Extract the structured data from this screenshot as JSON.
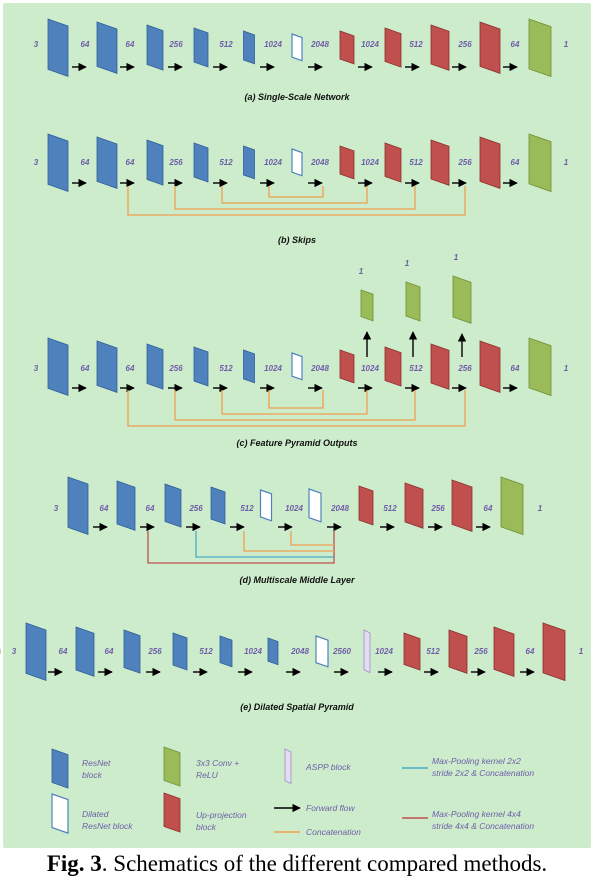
{
  "caption": {
    "label": "Fig. 3",
    "text": ". Schematics of the different compared methods."
  },
  "colors": {
    "resnet": "#4f81bd",
    "resnet_edge": "#2f5f99",
    "upproj": "#c0504d",
    "upproj_edge": "#8c2f2c",
    "conv": "#9bbb59",
    "conv_edge": "#6f8f36",
    "aspp": "#e4dcf2",
    "aspp_edge": "#9f8fc7",
    "dilated": "#ffffff",
    "dilated_edge": "#4f81bd",
    "concat": "#f0a050",
    "pool2": "#4bacc6",
    "pool4": "#c0504d",
    "label": "#6f5da8",
    "background": "#cdeccc"
  },
  "panels": [
    {
      "id": "a",
      "title": "(a) Single-Scale Network",
      "blocks": [
        {
          "kind": "resnet",
          "label": "3"
        },
        {
          "kind": "resnet",
          "label": "64"
        },
        {
          "kind": "resnet",
          "label": "64"
        },
        {
          "kind": "resnet",
          "label": "256"
        },
        {
          "kind": "resnet",
          "label": "512"
        },
        {
          "kind": "dilated",
          "label": "1024"
        },
        {
          "kind": "upproj",
          "label": "2048"
        },
        {
          "kind": "upproj",
          "label": "1024"
        },
        {
          "kind": "upproj",
          "label": "512"
        },
        {
          "kind": "upproj",
          "label": "256"
        },
        {
          "kind": "conv",
          "label": "64"
        },
        {
          "kind": "none",
          "label": "1"
        }
      ]
    },
    {
      "id": "b",
      "title": "(b) Skips",
      "blocks": [
        {
          "kind": "resnet",
          "label": "3"
        },
        {
          "kind": "resnet",
          "label": "64"
        },
        {
          "kind": "resnet",
          "label": "64"
        },
        {
          "kind": "resnet",
          "label": "256"
        },
        {
          "kind": "resnet",
          "label": "512"
        },
        {
          "kind": "dilated",
          "label": "1024"
        },
        {
          "kind": "upproj",
          "label": "2048"
        },
        {
          "kind": "upproj",
          "label": "1024"
        },
        {
          "kind": "upproj",
          "label": "512"
        },
        {
          "kind": "upproj",
          "label": "256"
        },
        {
          "kind": "conv",
          "label": "64"
        },
        {
          "kind": "none",
          "label": "1"
        }
      ]
    },
    {
      "id": "c",
      "title": "(c) Feature Pyramid Outputs",
      "side_outputs": [
        "1",
        "1",
        "1"
      ],
      "blocks": [
        {
          "kind": "resnet",
          "label": "3"
        },
        {
          "kind": "resnet",
          "label": "64"
        },
        {
          "kind": "resnet",
          "label": "64"
        },
        {
          "kind": "resnet",
          "label": "256"
        },
        {
          "kind": "resnet",
          "label": "512"
        },
        {
          "kind": "dilated",
          "label": "1024"
        },
        {
          "kind": "upproj",
          "label": "2048"
        },
        {
          "kind": "upproj",
          "label": "1024"
        },
        {
          "kind": "upproj",
          "label": "512"
        },
        {
          "kind": "upproj",
          "label": "256"
        },
        {
          "kind": "conv",
          "label": "64"
        },
        {
          "kind": "none",
          "label": "1"
        }
      ]
    },
    {
      "id": "d",
      "title": "(d) Multiscale Middle Layer",
      "blocks": [
        {
          "kind": "resnet",
          "label": "3"
        },
        {
          "kind": "resnet",
          "label": "64"
        },
        {
          "kind": "resnet",
          "label": "64"
        },
        {
          "kind": "resnet",
          "label": "256"
        },
        {
          "kind": "dilated",
          "label": "512"
        },
        {
          "kind": "dilated",
          "label": "1024"
        },
        {
          "kind": "upproj",
          "label": "2048"
        },
        {
          "kind": "upproj",
          "label": "512"
        },
        {
          "kind": "upproj",
          "label": "256"
        },
        {
          "kind": "conv",
          "label": "64"
        },
        {
          "kind": "none",
          "label": "1"
        }
      ]
    },
    {
      "id": "e",
      "title": "(e) Dilated Spatial Pyramid",
      "blocks": [
        {
          "kind": "resnet",
          "label": "3"
        },
        {
          "kind": "resnet",
          "label": "64"
        },
        {
          "kind": "resnet",
          "label": "64"
        },
        {
          "kind": "resnet",
          "label": "256"
        },
        {
          "kind": "resnet",
          "label": "512"
        },
        {
          "kind": "resnet",
          "label": "1024"
        },
        {
          "kind": "dilated",
          "label": "2048"
        },
        {
          "kind": "aspp",
          "label": "2560"
        },
        {
          "kind": "upproj",
          "label": "1024"
        },
        {
          "kind": "upproj",
          "label": "512"
        },
        {
          "kind": "upproj",
          "label": "256"
        },
        {
          "kind": "upproj",
          "label": "64"
        },
        {
          "kind": "conv",
          "label": "1"
        }
      ]
    }
  ],
  "legend": {
    "resnet": [
      "ResNet",
      "block"
    ],
    "dilated": [
      "Dilated",
      "ResNet block"
    ],
    "conv": [
      "3x3 Conv +",
      "ReLU"
    ],
    "upproj": [
      "Up-projection",
      "block"
    ],
    "aspp": "ASPP block",
    "forward": "Forward flow",
    "concat": "Concatenation",
    "pool2": [
      "Max-Pooling kernel 2x2",
      "stride 2x2 & Concatenation"
    ],
    "pool4": [
      "Max-Pooling kernel 4x4",
      "stride 4x4 & Concatenation"
    ]
  }
}
